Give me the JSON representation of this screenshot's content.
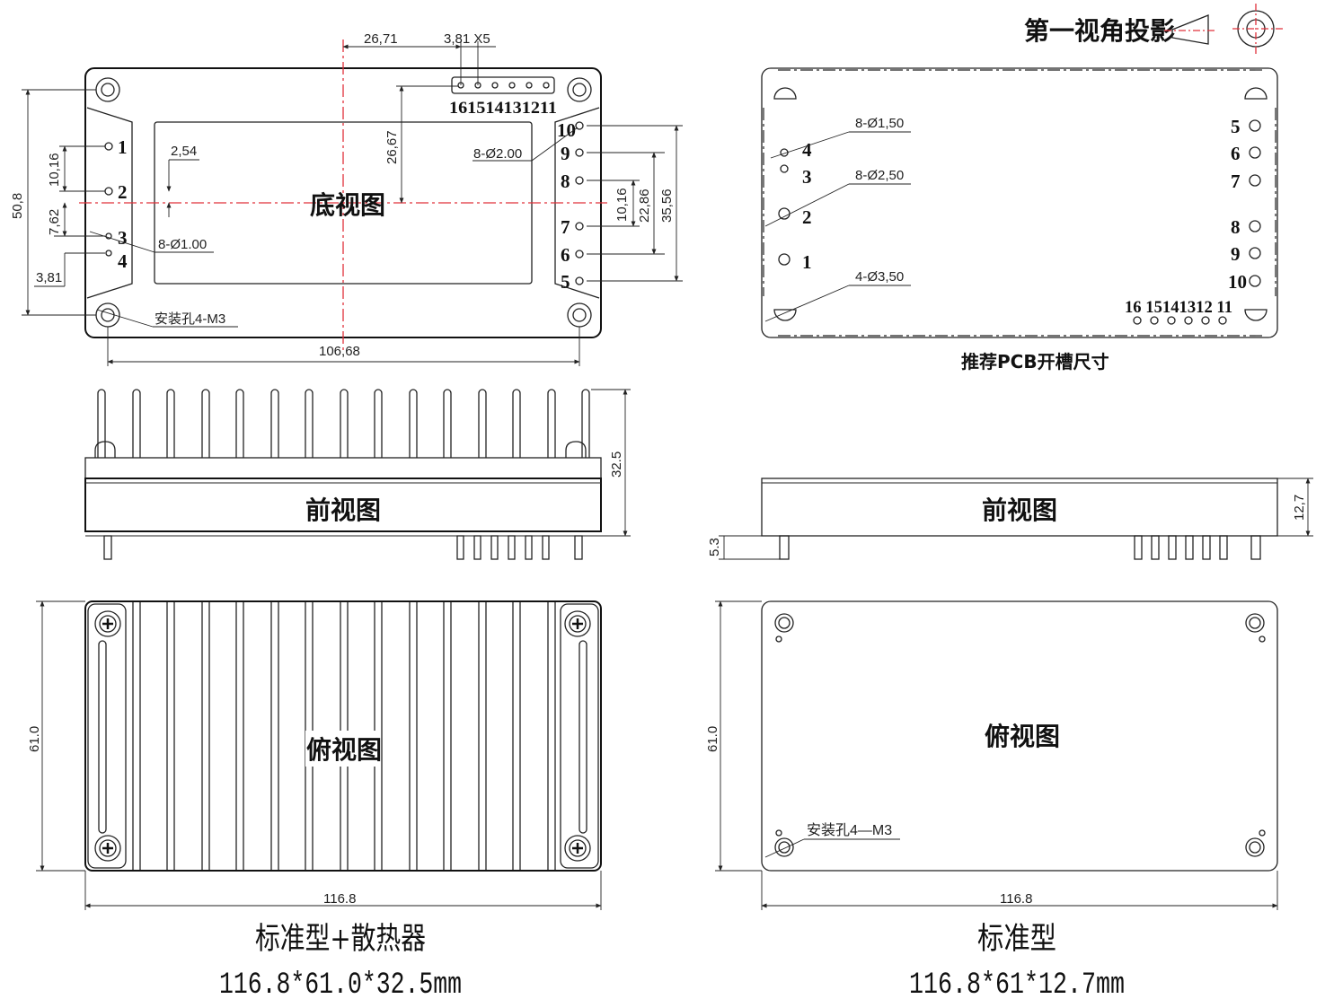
{
  "projection": {
    "label": "第一视角投影"
  },
  "bottom_view": {
    "title": "底视图",
    "pins_left": [
      "1",
      "2",
      "3",
      "4"
    ],
    "pins_right": [
      "10",
      "9",
      "8",
      "7",
      "6",
      "5"
    ],
    "pins_top": "161514131211",
    "dims": {
      "d1": "26,71",
      "d2": "3,81 X5",
      "d3": "26,67",
      "d4": "8-Ø2.00",
      "d5": "2,54",
      "d6": "10,16",
      "d7": "7,62",
      "d8": "50,8",
      "d9": "3,81",
      "d10": "8-Ø1.00",
      "d11": "安装孔4-M3",
      "d12": "106,68",
      "d13": "10,16",
      "d14": "22,86",
      "d15": "35,56"
    }
  },
  "pcb_view": {
    "title": "推荐PCB开槽尺寸",
    "pins_left": [
      "4",
      "3",
      "2",
      "1"
    ],
    "pins_right": [
      "5",
      "6",
      "7",
      "8",
      "9",
      "10"
    ],
    "pins_bottom": "16 15141312 11",
    "dims": {
      "h1": "8-Ø1,50",
      "h2": "8-Ø2,50",
      "h3": "4-Ø3,50"
    }
  },
  "front_left": {
    "title": "前视图",
    "height": "32.5"
  },
  "front_right": {
    "title": "前视图",
    "height": "12,7",
    "pin": "5.3"
  },
  "top_left": {
    "title": "俯视图",
    "width": "116.8",
    "height": "61.0"
  },
  "top_right": {
    "title": "俯视图",
    "width": "116.8",
    "height": "61.0",
    "hole": "安装孔4—M3"
  },
  "captions": {
    "left_name": "标准型+散热器",
    "left_size": "116.8*61.0*32.5mm",
    "right_name": "标准型",
    "right_size": "116.8*61*12.7mm"
  }
}
